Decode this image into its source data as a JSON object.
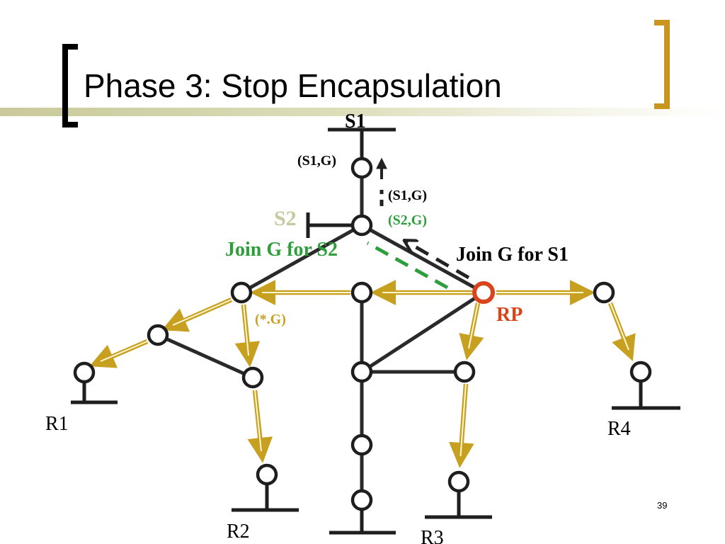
{
  "slide": {
    "title": "Phase 3:  Stop Encapsulation",
    "page_number": "39"
  },
  "colors": {
    "link": "#2a2a2a",
    "router_stroke": "#1e1e1e",
    "rp_stroke": "#d9441a",
    "mcast_arrow": "#c8a020",
    "join_s1": "#222222",
    "join_s2": "#2e9e3c",
    "s2_label": "#c8c8a0",
    "bracket_left": "#000000",
    "bracket_right": "#c8961e"
  },
  "labels": {
    "s1": "S1",
    "s2": "S2",
    "s1g_top": "(S1,G)",
    "s1g_mid": "(S1,G)",
    "s2g": "(S2,G)",
    "join_s2": "Join G for S2",
    "join_s1": "Join G for S1",
    "rp": "RP",
    "star_g": "(*.G)",
    "r1": "R1",
    "r2": "R2",
    "r3": "R3",
    "r4": "R4"
  }
}
